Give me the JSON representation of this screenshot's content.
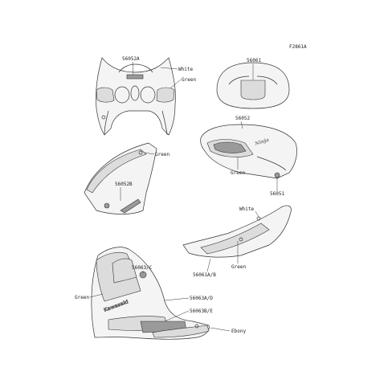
{
  "figure_code": "F2861A",
  "parts": {
    "p56052A": "56052A",
    "p56061": "56061",
    "p56052": "56052",
    "p56052B": "56052B",
    "p56051": "56051",
    "p56061AB": "56061A/B",
    "p56063C": "56063/C",
    "p56063AD": "56063A/D",
    "p56063BE": "56063B/E"
  },
  "colors_text": {
    "white": "White",
    "green": "Green",
    "ebony": "Ebony"
  },
  "graphics": {
    "ninja_logo": "Ninja",
    "kawasaki_logo": "Kawasaki"
  }
}
